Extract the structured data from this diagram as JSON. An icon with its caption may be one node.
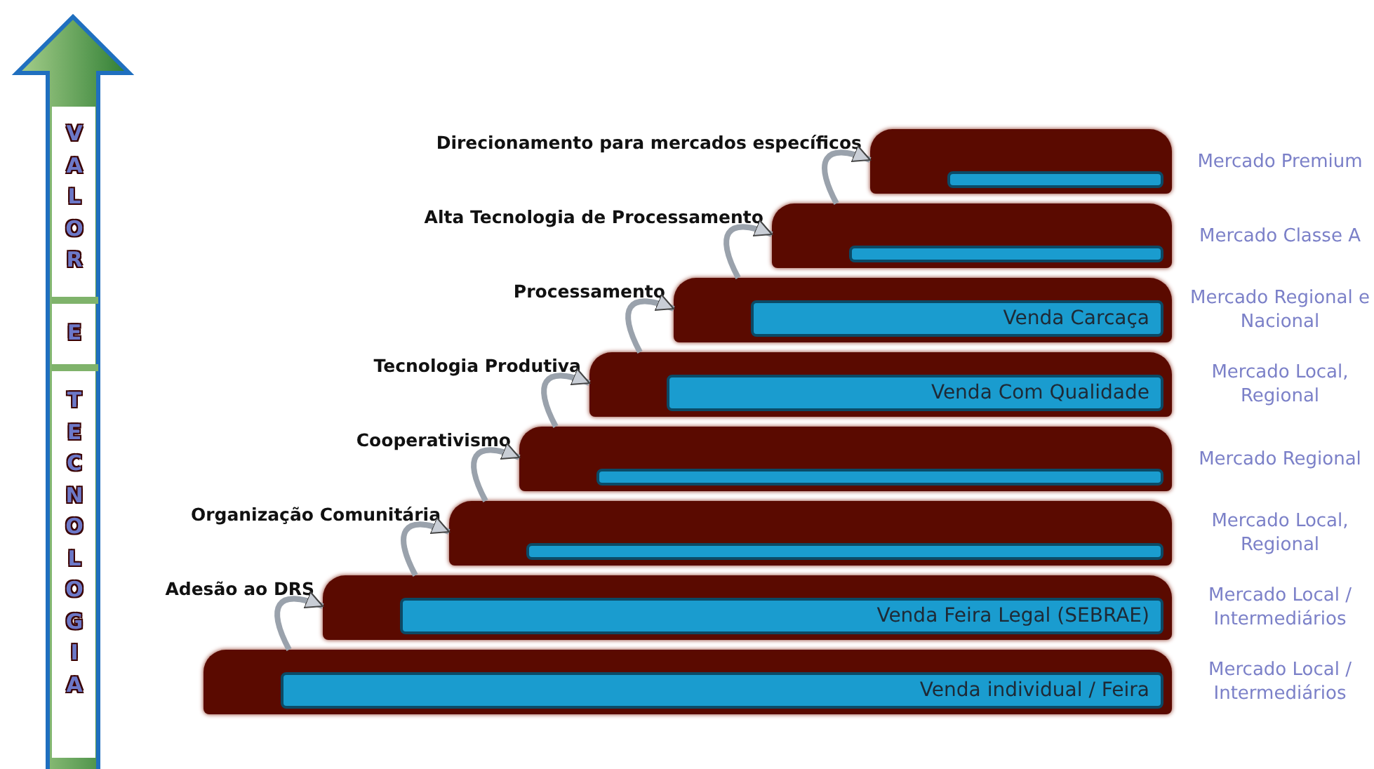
{
  "diagram": {
    "nodes": [
      {
        "text": [],
        "shape": "bar",
        "beside": [
          "Direcionamento para mercados específicos",
          "Mercado Premium"
        ]
      },
      {
        "text": [],
        "shape": "bar",
        "beside": [
          "Alta Tecnologia de Processamento",
          "Mercado Classe A"
        ]
      },
      {
        "text": [
          "Venda Carcaça"
        ],
        "beside": [
          "Processamento",
          "Mercado Regional e Nacional"
        ]
      },
      {
        "text": [
          "Venda Com Qualidade"
        ],
        "beside": [
          "Tecnologia Produtiva",
          "Mercado Local, Regional"
        ]
      },
      {
        "text": [],
        "shape": "bar",
        "beside": [
          "Cooperativismo",
          "Mercado Regional"
        ]
      },
      {
        "text": [],
        "shape": "bar",
        "beside": [
          "Organização Comunitária",
          "Mercado Local, Regional"
        ]
      },
      {
        "text": [
          "Venda Feira Legal (SEBRAE)"
        ],
        "beside": [
          "Adesão ao DRS",
          "Mercado Local / Intermediários"
        ]
      },
      {
        "text": [
          "Venda individual / Feira"
        ],
        "beside": [
          "Mercado Local / Intermediários"
        ]
      }
    ],
    "edges": [
      {
        "from": 1,
        "to": 0,
        "arrow": "to"
      },
      {
        "from": 2,
        "to": 1,
        "arrow": "to"
      },
      {
        "from": 3,
        "to": 2,
        "arrow": "to"
      },
      {
        "from": 4,
        "to": 3,
        "arrow": "to"
      },
      {
        "from": 5,
        "to": 4,
        "arrow": "to"
      },
      {
        "from": 6,
        "to": 5,
        "arrow": "to"
      },
      {
        "from": 7,
        "to": 6,
        "arrow": "to"
      }
    ],
    "labels": [
      "VALOR",
      "E",
      "TECNOLOGIA"
    ]
  }
}
